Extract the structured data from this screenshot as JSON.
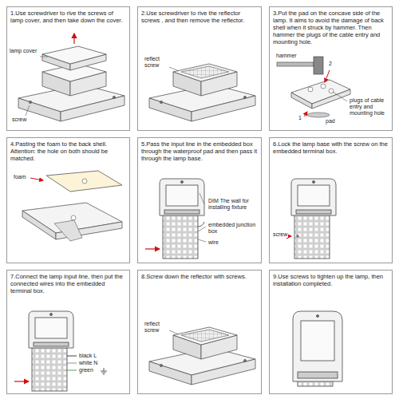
{
  "diagram": {
    "nodes": [
      {
        "text": [
          "1.Use screwdriver to rive the screws of lamp cover, and then take down the cover."
        ]
      },
      {
        "text": [
          "2.Use screwdriver to rive the reflector screws , and then remove the reflector."
        ]
      },
      {
        "text": [
          "3.Put the pad on the concave side of the lamp. It aims to avoid the damage of back shell when it struck by hammer. Then hammer the plugs of the cable entry and mounting hole."
        ]
      },
      {
        "text": [
          "4.Pasting the foam to the back shell. Attention: the hole on both should be matched."
        ]
      },
      {
        "text": [
          "5.Pass the input line in the embedded box through the waterproof pad and then pass it through the lamp base."
        ]
      },
      {
        "text": [
          "6.Lock the lamp base with the screw on the embedded terminal box."
        ]
      },
      {
        "text": [
          "7.Connect the lamp input line, then put the connected wires into the embedded terminal box."
        ]
      },
      {
        "text": [
          "8.Screw down the reflector with screws."
        ]
      },
      {
        "text": [
          "9.Use screws to tighten up the lamp, then installation completed."
        ]
      }
    ],
    "labels": [
      "lamp cover",
      "screw",
      "reflect screw",
      "hammer",
      "2",
      "1",
      "plugs of cable entry and mounting hole",
      "pad",
      "foam",
      "DIM The wall for installing fixture",
      "embedded junction box",
      "wire",
      "screw",
      "black L",
      "white N",
      "green",
      "reflect screw"
    ]
  }
}
